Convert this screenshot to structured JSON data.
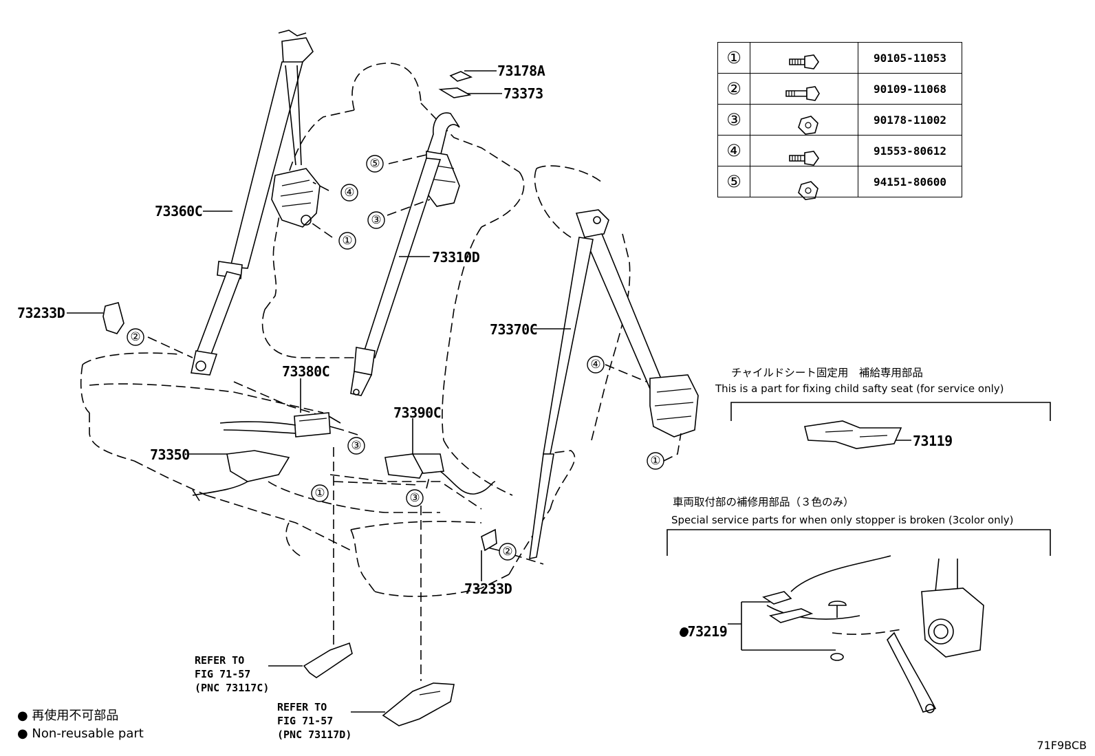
{
  "labels": {
    "p73178A": "73178A",
    "p73373": "73373",
    "p73360C": "73360C",
    "p73310D": "73310D",
    "p73233D_left": "73233D",
    "p73370C": "73370C",
    "p73380C": "73380C",
    "p73390C": "73390C",
    "p73350": "73350",
    "p73233D_bottom": "73233D",
    "p73119": "73119",
    "p73219": "●73219"
  },
  "callouts": {
    "n1": "①",
    "n2": "②",
    "n3": "③",
    "n4": "④",
    "n5": "⑤"
  },
  "fastener_table": [
    {
      "num": "①",
      "part": "90105-11053"
    },
    {
      "num": "②",
      "part": "90109-11068"
    },
    {
      "num": "③",
      "part": "90178-11002"
    },
    {
      "num": "④",
      "part": "91553-80612"
    },
    {
      "num": "⑤",
      "part": "94151-80600"
    }
  ],
  "notes": {
    "child_seat_jp": "チャイルドシート固定用　補給専用部品",
    "child_seat_en": "This is a part for fixing child safty seat (for service only)",
    "stopper_jp": "車両取付部の補修用部品（３色のみ）",
    "stopper_en": "Special service parts for when only stopper is broken (3color only)"
  },
  "refs": {
    "ref_c": "REFER TO\nFIG 71-57\n(PNC 73117C)",
    "ref_d": "REFER TO\nFIG 71-57\n(PNC 73117D)"
  },
  "legend": {
    "jp": "● 再使用不可部品",
    "en": "● Non-reusable part"
  },
  "figure_code": "71F9BCB"
}
